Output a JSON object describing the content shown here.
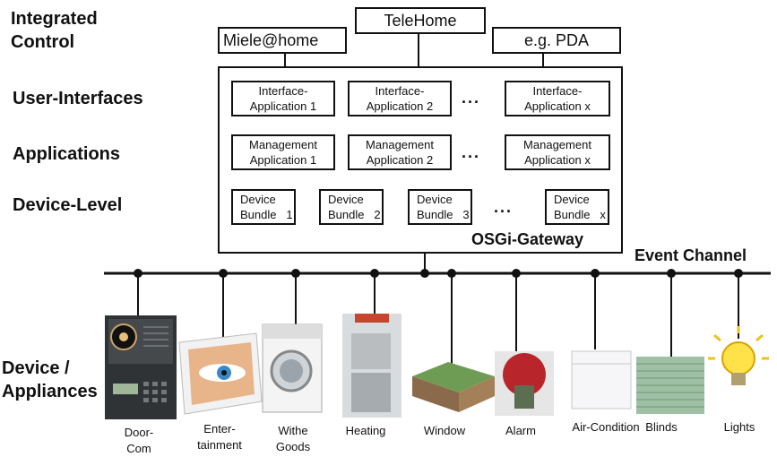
{
  "side_labels": {
    "integrated_control": "Integrated\nControl",
    "user_interfaces": "User-Interfaces",
    "applications": "Applications",
    "device_level": "Device-Level",
    "device_appliances": "Device /\nAppliances"
  },
  "controls": {
    "telehome": "TeleHome",
    "miele": "Miele@home",
    "pda": "e.g. PDA"
  },
  "gateway": {
    "label": "OSGi-Gateway",
    "interface_apps": [
      "Interface-\nApplication 1",
      "Interface-\nApplication 2",
      "Interface-\nApplication x"
    ],
    "management_apps": [
      "Management\nApplication 1",
      "Management\nApplication 2",
      "Management\nApplication x"
    ],
    "device_bundles": [
      "Device\nBundle   1",
      "Device\nBundle   2",
      "Device\nBundle   3",
      "Device\nBundle   x"
    ],
    "ellipsis": "..."
  },
  "event_channel": "Event Channel",
  "devices": [
    {
      "label": "Door-\nCom",
      "icon": "door-com-icon"
    },
    {
      "label": "Enter-\ntainment",
      "icon": "entertainment-icon"
    },
    {
      "label": "Withe\nGoods",
      "icon": "washing-machine-icon"
    },
    {
      "label": "Heating",
      "icon": "heater-icon"
    },
    {
      "label": "Window",
      "icon": "window-icon"
    },
    {
      "label": "Alarm",
      "icon": "alarm-icon"
    },
    {
      "label": "Air-Condition",
      "icon": "air-condition-icon"
    },
    {
      "label": "Blinds",
      "icon": "blinds-icon"
    },
    {
      "label": "Lights",
      "icon": "light-bulb-icon"
    }
  ]
}
